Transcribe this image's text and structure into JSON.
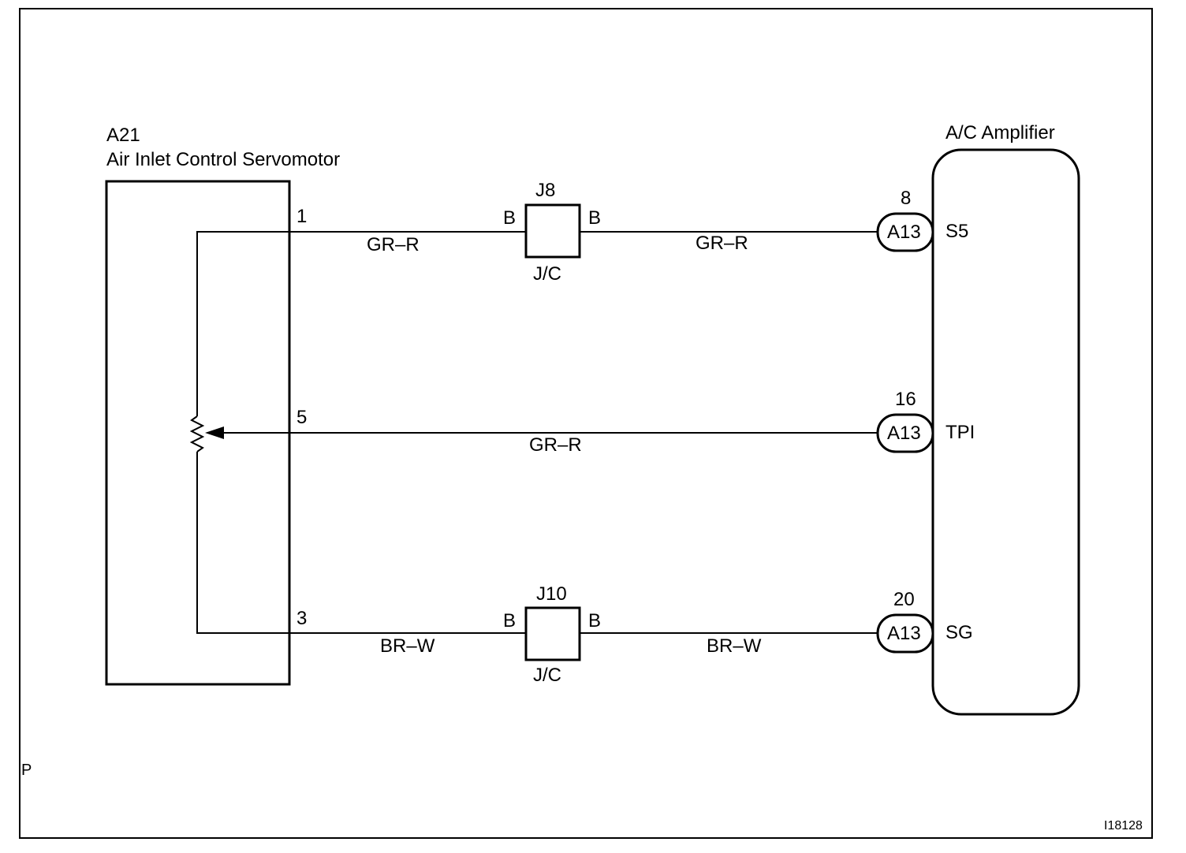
{
  "servomotor": {
    "code": "A21",
    "name": "Air Inlet Control Servomotor",
    "pins": {
      "p1": "1",
      "p5": "5",
      "p3": "3"
    }
  },
  "amplifier": {
    "name": "A/C Amplifier",
    "connector": "A13",
    "terminals": [
      {
        "pin": "8",
        "name": "S5"
      },
      {
        "pin": "16",
        "name": "TPI"
      },
      {
        "pin": "20",
        "name": "SG"
      }
    ]
  },
  "junctions": [
    {
      "id": "J8",
      "left_label": "B",
      "right_label": "B",
      "type": "J/C"
    },
    {
      "id": "J10",
      "left_label": "B",
      "right_label": "B",
      "type": "J/C"
    }
  ],
  "wires": {
    "top_left": "GR–R",
    "top_right": "GR–R",
    "middle": "GR–R",
    "bottom_left": "BR–W",
    "bottom_right": "BR–W"
  },
  "corner_mark": "P",
  "figure_id": "I18128"
}
